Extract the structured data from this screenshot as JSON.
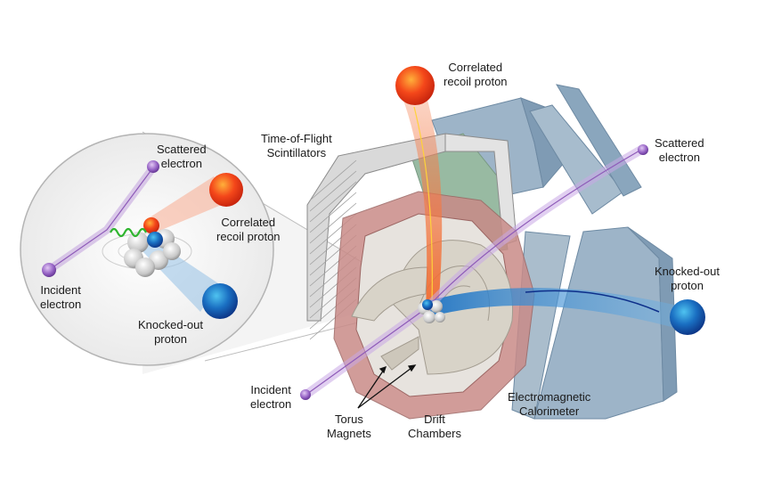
{
  "title": "CLAS detector diagram with short-range correlated proton pair",
  "inset": {
    "scattered_electron": [
      "Scattered",
      "electron"
    ],
    "correlated_recoil_proton": [
      "Correlated",
      "recoil proton"
    ],
    "incident_electron": [
      "Incident",
      "electron"
    ],
    "knocked_out_proton": [
      "Knocked-out",
      "proton"
    ]
  },
  "detector": {
    "correlated_recoil_proton": [
      "Correlated",
      "recoil proton"
    ],
    "time_of_flight": [
      "Time-of-Flight",
      "Scintillators"
    ],
    "scattered_electron": [
      "Scattered",
      "electron"
    ],
    "knocked_out_proton": [
      "Knocked-out",
      "proton"
    ],
    "incident_electron": [
      "Incident",
      "electron"
    ],
    "torus_magnets": [
      "Torus",
      "Magnets"
    ],
    "drift_chambers": [
      "Drift",
      "Chambers"
    ],
    "em_calorimeter": [
      "Electromagnetic",
      "Calorimeter"
    ]
  },
  "colors": {
    "electron": "#8e5bb8",
    "recoil_proton": "#f04a1e",
    "knocked_proton": "#1d5fb4",
    "magnet": "#c98b88",
    "calorimeter": "#8aa6bd",
    "drift": "#d8d3c8",
    "tof": "#cfcfcf",
    "green_panel": "#8fb39a"
  }
}
